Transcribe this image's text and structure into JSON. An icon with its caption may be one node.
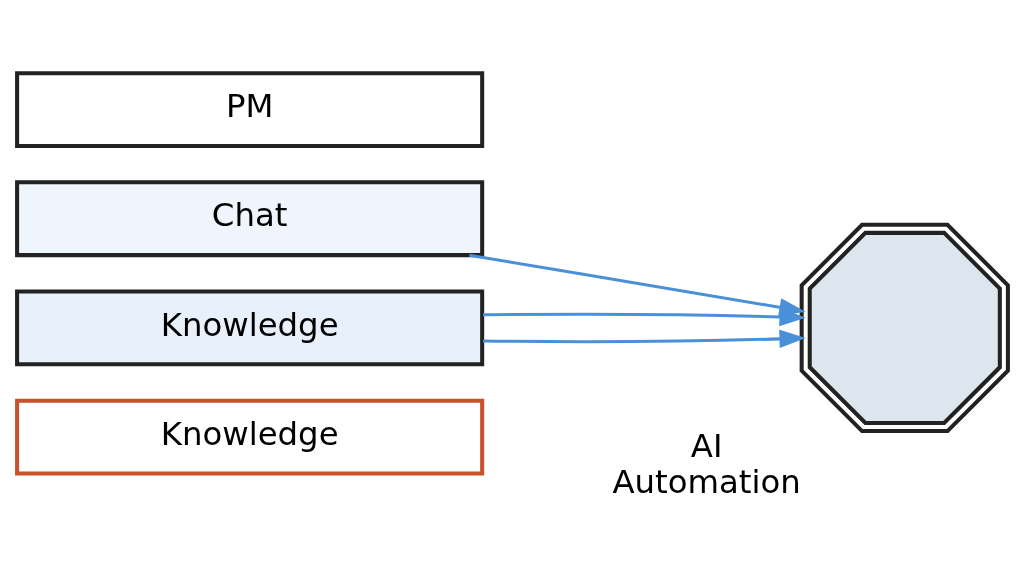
{
  "diagram": {
    "nodes": [
      {
        "text": [
          "PM"
        ]
      },
      {
        "text": [
          "Chat"
        ]
      },
      {
        "text": [
          "Knowledge"
        ]
      },
      {
        "text": [
          "Knowledge"
        ]
      },
      {
        "text": [],
        "shape": "gear",
        "beside": [
          "AI",
          "Automation"
        ]
      }
    ],
    "edges": [
      {
        "from": 1,
        "to": 4,
        "arrow": "to"
      },
      {
        "from": 2,
        "to": 4,
        "arrow": "to"
      },
      {
        "from": 2,
        "to": 4,
        "arrow": "to"
      }
    ]
  }
}
